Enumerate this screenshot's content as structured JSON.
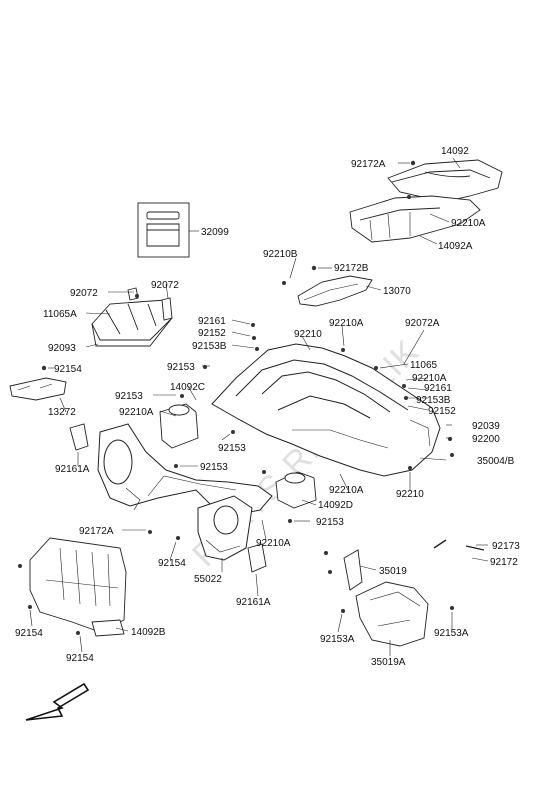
{
  "watermark": "PARTS-REPUBLIK",
  "labels": {
    "l14092": "14092",
    "l92172A_top": "92172A",
    "l92210A_top": "92210A",
    "l14092A": "14092A",
    "l32099": "32099",
    "l92210B": "92210B",
    "l92172B": "92172B",
    "l13070": "13070",
    "l92072_a": "92072",
    "l92072_b": "92072",
    "l11065A": "11065A",
    "l92093": "92093",
    "l92161_a": "92161",
    "l92152_a": "92152",
    "l92153B_a": "92153B",
    "l92210_a": "92210",
    "l92210A_b": "92210A",
    "l92072A": "92072A",
    "l92154_a": "92154",
    "l92153_a": "92153",
    "l11065": "11065",
    "l92210A_c": "92210A",
    "l92161_b": "92161",
    "l92153B_b": "92153B",
    "l92152_b": "92152",
    "l13272": "13272",
    "l92153_b": "92153",
    "l14092C": "14092C",
    "l92210A_d": "92210A",
    "l92039": "92039",
    "l92200": "92200",
    "l92161A_a": "92161A",
    "l92153_c": "92153",
    "l92153_d": "92153",
    "l35004B": "35004/B",
    "l92210_b": "92210",
    "l92210A_e": "92210A",
    "l14092D": "14092D",
    "l92153_e": "92153",
    "l92172A_b": "92172A",
    "l92210A_f": "92210A",
    "l92154_b": "92154",
    "l92173": "92173",
    "l92172": "92172",
    "l55022": "55022",
    "l35019": "35019",
    "l92161A_b": "92161A",
    "l92154_c": "92154",
    "l14092B": "14092B",
    "l92153A_a": "92153A",
    "l92153A_b": "92153A",
    "l92154_d": "92154",
    "l35019A": "35019A"
  }
}
